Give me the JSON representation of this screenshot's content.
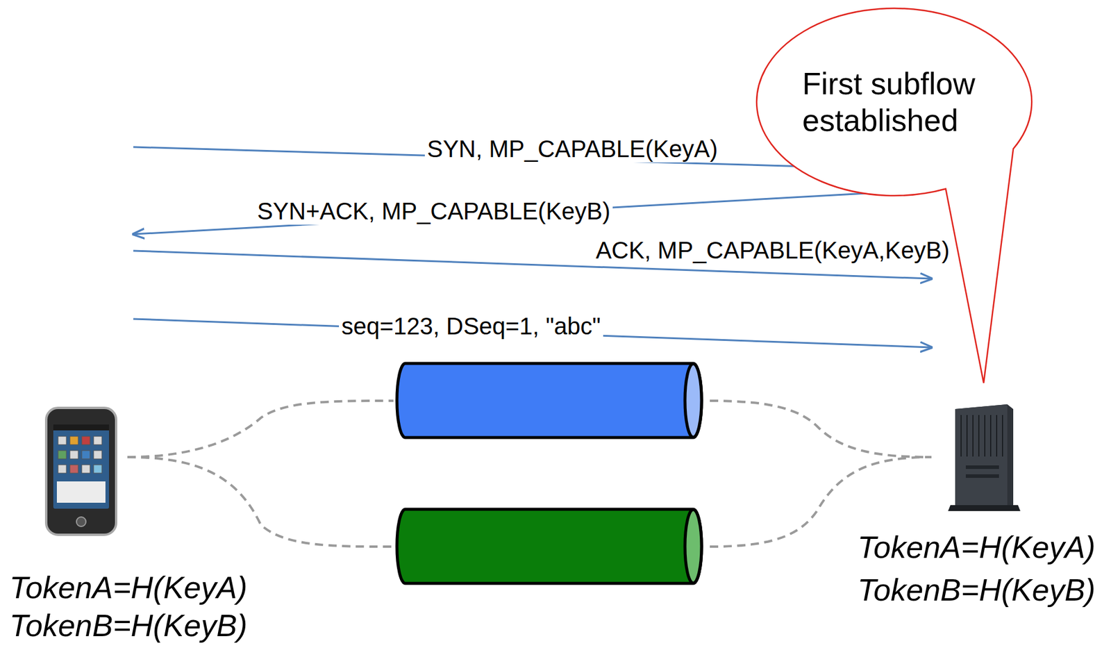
{
  "diagram": {
    "nodes": [
      {
        "text": [
          "First subflow established"
        ]
      }
    ],
    "labels": [
      "SYN, MP_CAPABLE(KeyA)",
      "SYN+ACK, MP_CAPABLE(KeyB)",
      "ACK, MP_CAPABLE(KeyA,KeyB)",
      "seq=123, DSeq=1, \"abc\"",
      "TokenA=H(KeyA)",
      "TokenB=H(KeyB)",
      "TokenA=H(KeyA)",
      "TokenB=H(KeyB)"
    ]
  }
}
